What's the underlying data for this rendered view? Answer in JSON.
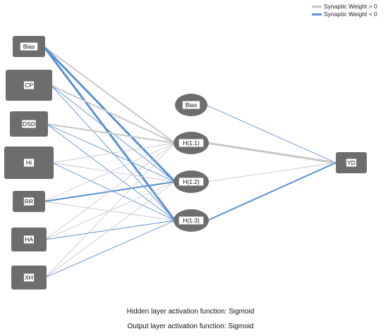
{
  "legend": {
    "positive": {
      "label": "Synaptic Weight > 0",
      "color": "#c8c8c8"
    },
    "negative": {
      "label": "Synaptic Weight < 0",
      "color": "#5b8fd3"
    }
  },
  "node_fill": "#6d6d6d",
  "node_label_bg": "#ffffff",
  "input_nodes": [
    "Bias",
    "CP",
    "DSD",
    "HI",
    "RR",
    "HA",
    "XH"
  ],
  "hidden_nodes": [
    "Bias",
    "H(1:1)",
    "H(1:2)",
    "H(1:3)"
  ],
  "output_nodes": [
    "YD"
  ],
  "edges": [
    {
      "from": "Bias",
      "to": "H(1:1)",
      "sign": "positive",
      "weight_class": 2
    },
    {
      "from": "Bias",
      "to": "H(1:2)",
      "sign": "negative",
      "weight_class": 3
    },
    {
      "from": "Bias",
      "to": "H(1:3)",
      "sign": "negative",
      "weight_class": 3
    },
    {
      "from": "CP",
      "to": "H(1:1)",
      "sign": "positive",
      "weight_class": 2
    },
    {
      "from": "CP",
      "to": "H(1:2)",
      "sign": "negative",
      "weight_class": 1
    },
    {
      "from": "CP",
      "to": "H(1:3)",
      "sign": "negative",
      "weight_class": 1
    },
    {
      "from": "DSD",
      "to": "H(1:1)",
      "sign": "positive",
      "weight_class": 2
    },
    {
      "from": "DSD",
      "to": "H(1:2)",
      "sign": "negative",
      "weight_class": 1
    },
    {
      "from": "DSD",
      "to": "H(1:3)",
      "sign": "negative",
      "weight_class": 1
    },
    {
      "from": "HI",
      "to": "H(1:1)",
      "sign": "positive",
      "weight_class": 1
    },
    {
      "from": "HI",
      "to": "H(1:2)",
      "sign": "positive",
      "weight_class": 1
    },
    {
      "from": "HI",
      "to": "H(1:3)",
      "sign": "negative",
      "weight_class": 1
    },
    {
      "from": "RR",
      "to": "H(1:1)",
      "sign": "positive",
      "weight_class": 1
    },
    {
      "from": "RR",
      "to": "H(1:2)",
      "sign": "negative",
      "weight_class": 2
    },
    {
      "from": "RR",
      "to": "H(1:3)",
      "sign": "positive",
      "weight_class": 1
    },
    {
      "from": "HA",
      "to": "H(1:1)",
      "sign": "positive",
      "weight_class": 1
    },
    {
      "from": "HA",
      "to": "H(1:2)",
      "sign": "positive",
      "weight_class": 1
    },
    {
      "from": "HA",
      "to": "H(1:3)",
      "sign": "negative",
      "weight_class": 1
    },
    {
      "from": "XH",
      "to": "H(1:1)",
      "sign": "positive",
      "weight_class": 1
    },
    {
      "from": "XH",
      "to": "H(1:2)",
      "sign": "positive",
      "weight_class": 1
    },
    {
      "from": "XH",
      "to": "H(1:3)",
      "sign": "negative",
      "weight_class": 1
    },
    {
      "from": "Bias ",
      "to": "YD",
      "sign": "negative",
      "weight_class": 1
    },
    {
      "from": "H(1:1)",
      "to": "YD",
      "sign": "positive",
      "weight_class": 3
    },
    {
      "from": "H(1:2)",
      "to": "YD",
      "sign": "positive",
      "weight_class": 1
    },
    {
      "from": "H(1:3)",
      "to": "YD",
      "sign": "negative",
      "weight_class": 2
    }
  ],
  "footer": {
    "hidden_activation": "Hidden layer activation function: Sigmoid",
    "output_activation": "Output layer activation function: Sigmoid"
  }
}
